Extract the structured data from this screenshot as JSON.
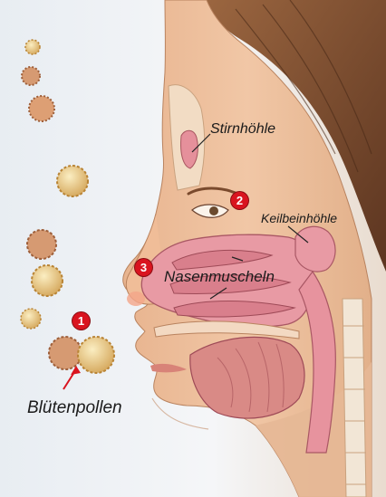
{
  "labels": {
    "stirnhoehle": "Stirnhöhle",
    "keilbeinhoehle": "Keilbeinhöhle",
    "nasenmuscheln": "Nasenmuscheln",
    "bluetenpollen": "Blütenpollen"
  },
  "markers": {
    "m1": "1",
    "m2": "2",
    "m3": "3"
  },
  "colors": {
    "skin": "#efc3a2",
    "sinus": "#e89aa4",
    "marker": "#d9141f",
    "pollen": "#e9cf8e",
    "hair": "#7a4a2d"
  }
}
